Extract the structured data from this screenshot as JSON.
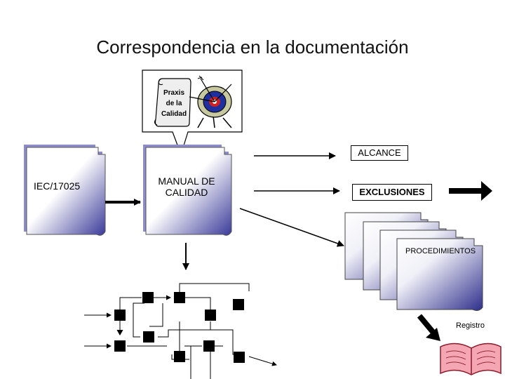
{
  "slide": {
    "title": "Correspondencia en la documentación"
  },
  "callout": {
    "scroll_text": "Praxis\nde la\nCalidad",
    "icon": "target-with-arrows-icon"
  },
  "documents": {
    "standard": "IEC/17025",
    "manual": "MANUAL DE\nCALIDAD",
    "procedures": "PROCEDIMIENTOS"
  },
  "labels": {
    "scope": "ALCANCE",
    "exclusions": "EXCLUSIONES",
    "records": "Registro"
  },
  "colors": {
    "doc_gradient_dark": "#3a3a9a",
    "doc_gradient_light": "#ffffff",
    "book_pink": "#f4a6b2",
    "book_outline": "#8b1a2a",
    "arrow": "#000000"
  }
}
